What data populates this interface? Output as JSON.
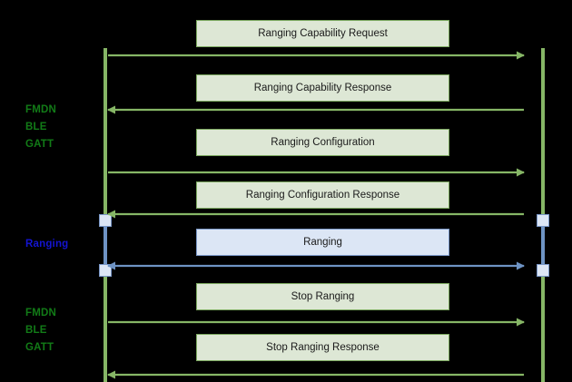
{
  "diagram": {
    "type": "sequence-diagram",
    "background_color": "#000000",
    "colors": {
      "gatt_green": "#86b666",
      "gatt_label_green": "#127b17",
      "ranging_blue": "#6e93c4",
      "ranging_label_blue": "#1414d2",
      "green_box_fill": "#dde7d5",
      "green_box_border": "#7ba85f",
      "blue_box_fill": "#dce6f5",
      "blue_box_border": "#7996c6"
    }
  },
  "phases": [
    {
      "name": "phase-gatt-top",
      "label": "FMDN\nBLE\nGATT",
      "color": "#127b17"
    },
    {
      "name": "phase-ranging",
      "label": "Ranging",
      "color": "#1414d2"
    },
    {
      "name": "phase-gatt-bottom",
      "label": "FMDN\nBLE\nGATT",
      "color": "#127b17"
    }
  ],
  "messages": [
    {
      "label": "Ranging Capability Request",
      "direction": "right",
      "style": "green"
    },
    {
      "label": "Ranging Capability Response",
      "direction": "left",
      "style": "green"
    },
    {
      "label": "Ranging Configuration",
      "direction": "right",
      "style": "green"
    },
    {
      "label": "Ranging Configuration Response",
      "direction": "left",
      "style": "green"
    },
    {
      "label": "Ranging",
      "direction": "both",
      "style": "blue"
    },
    {
      "label": "Stop Ranging",
      "direction": "right",
      "style": "green"
    },
    {
      "label": "Stop Ranging Response",
      "direction": "left",
      "style": "green"
    }
  ]
}
